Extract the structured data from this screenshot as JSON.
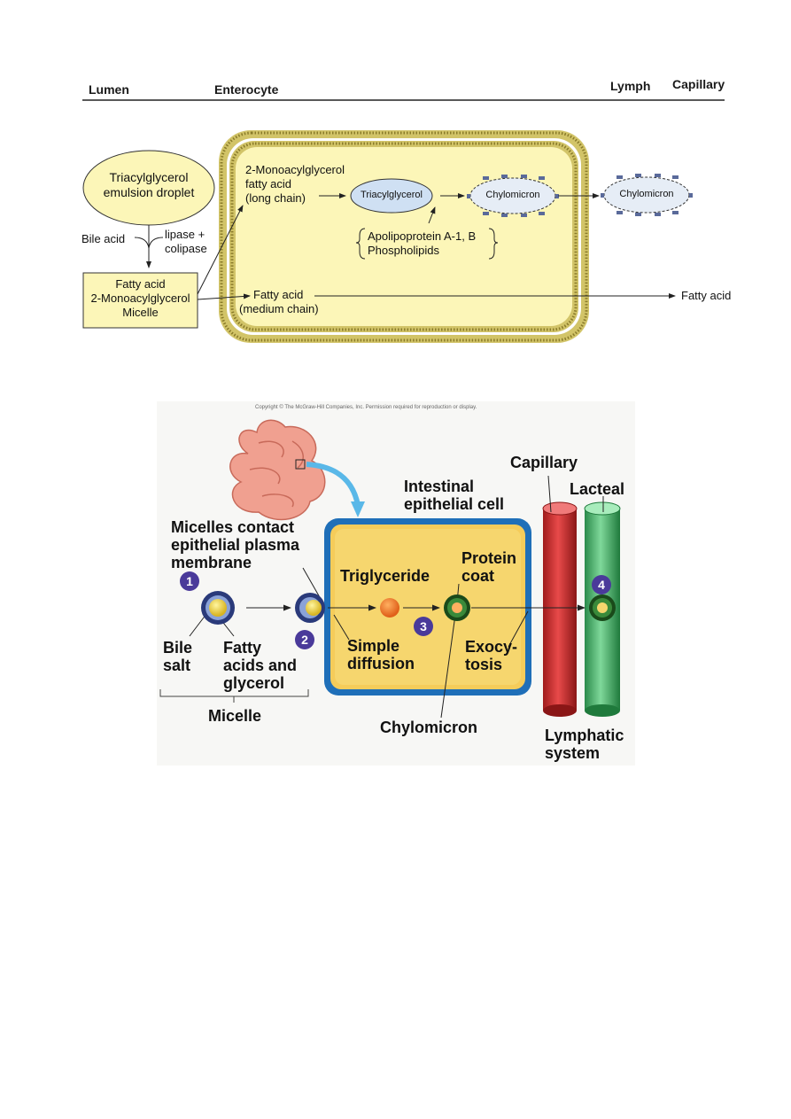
{
  "top_diagram": {
    "headers": {
      "lumen": "Lumen",
      "enterocyte": "Enterocyte",
      "lymph": "Lymph",
      "capillary": "Capillary"
    },
    "emulsion_droplet": {
      "line1": "Triacylglycerol",
      "line2": "emulsion droplet"
    },
    "bile_acid": "Bile acid",
    "lipase": {
      "line1": "lipase +",
      "line2": "colipase"
    },
    "micelle_box": {
      "line1": "Fatty acid",
      "line2": "2-Monoacylglycerol",
      "line3": "Micelle"
    },
    "long_chain": {
      "line1": "2-Monoacylglycerol",
      "line2": "fatty acid",
      "line3": "(long chain)"
    },
    "triacylglycerol": "Triacylglycerol",
    "chylomicron_inner": "Chylomicron",
    "chylomicron_outer": "Chylomicron",
    "apolipoprotein": {
      "line1": "Apolipoprotein A-1, B",
      "line2": "Phospholipids"
    },
    "medium_chain": {
      "line1": "Fatty acid",
      "line2": "(medium chain)"
    },
    "fatty_acid_out": "Fatty acid"
  },
  "bottom_diagram": {
    "copyright": "Copyright © The McGraw-Hill Companies, Inc. Permission required for reproduction or display.",
    "intestinal_cell": {
      "line1": "Intestinal",
      "line2": "epithelial cell"
    },
    "capillary": "Capillary",
    "lacteal": "Lacteal",
    "micelles_contact": {
      "line1": "Micelles contact",
      "line2": "epithelial plasma",
      "line3": "membrane"
    },
    "triglyceride": "Triglyceride",
    "protein_coat": {
      "line1": "Protein",
      "line2": "coat"
    },
    "bile_salt": {
      "line1": "Bile",
      "line2": "salt"
    },
    "fatty_acids": {
      "line1": "Fatty",
      "line2": "acids and",
      "line3": "glycerol"
    },
    "simple_diffusion": {
      "line1": "Simple",
      "line2": "diffusion"
    },
    "exocytosis": {
      "line1": "Exocy-",
      "line2": "tosis"
    },
    "micelle": "Micelle",
    "chylomicron": "Chylomicron",
    "lymphatic": {
      "line1": "Lymphatic",
      "line2": "system"
    },
    "steps": [
      "1",
      "2",
      "3",
      "4"
    ]
  }
}
